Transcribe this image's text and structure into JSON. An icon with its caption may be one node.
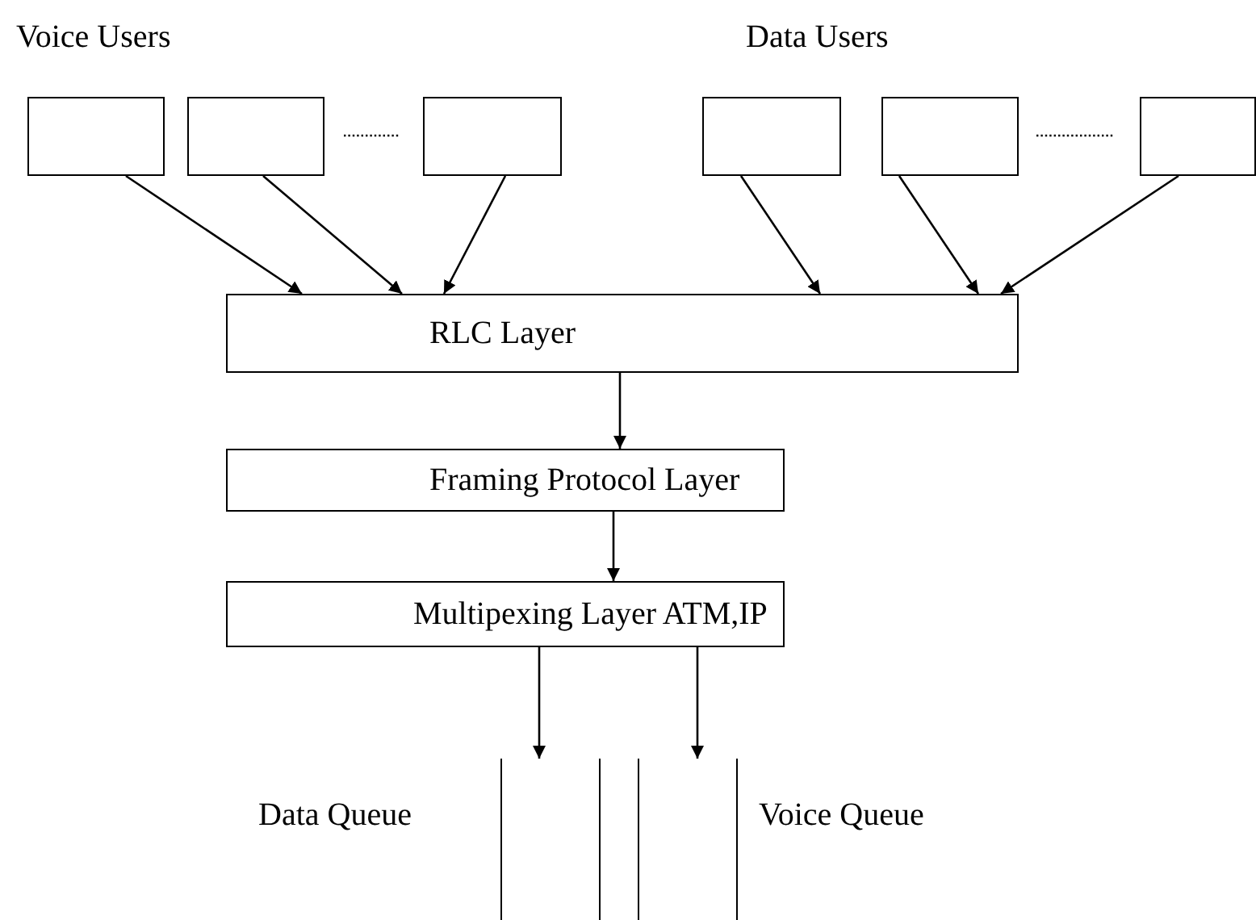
{
  "diagram": {
    "nodes": [
      {
        "text": [],
        "shape": "box"
      },
      {
        "text": [],
        "shape": "box"
      },
      {
        "text": [],
        "shape": "box"
      },
      {
        "text": [],
        "shape": "box"
      },
      {
        "text": [],
        "shape": "box"
      },
      {
        "text": [],
        "shape": "box"
      },
      {
        "text": [
          "RLC Layer"
        ]
      },
      {
        "text": [
          "Framing Protocol Layer"
        ]
      },
      {
        "text": [
          "Multipexing Layer ATM,IP"
        ]
      },
      {
        "text": [],
        "shape": "queue",
        "beside": [
          "Data Queue"
        ]
      },
      {
        "text": [],
        "shape": "queue",
        "beside": [
          "Voice Queue"
        ]
      }
    ],
    "edges": [
      {
        "from": 0,
        "to": 6,
        "arrow": "to"
      },
      {
        "from": 1,
        "to": 6,
        "arrow": "to"
      },
      {
        "from": 2,
        "to": 6,
        "arrow": "to"
      },
      {
        "from": 3,
        "to": 6,
        "arrow": "to"
      },
      {
        "from": 4,
        "to": 6,
        "arrow": "to"
      },
      {
        "from": 5,
        "to": 6,
        "arrow": "to"
      },
      {
        "from": 6,
        "to": 7,
        "arrow": "to"
      },
      {
        "from": 7,
        "to": 8,
        "arrow": "to"
      },
      {
        "from": 8,
        "to": 9,
        "arrow": "to"
      },
      {
        "from": 8,
        "to": 10,
        "arrow": "to"
      }
    ],
    "labels": [
      "Voice Users",
      "Data Users"
    ]
  }
}
